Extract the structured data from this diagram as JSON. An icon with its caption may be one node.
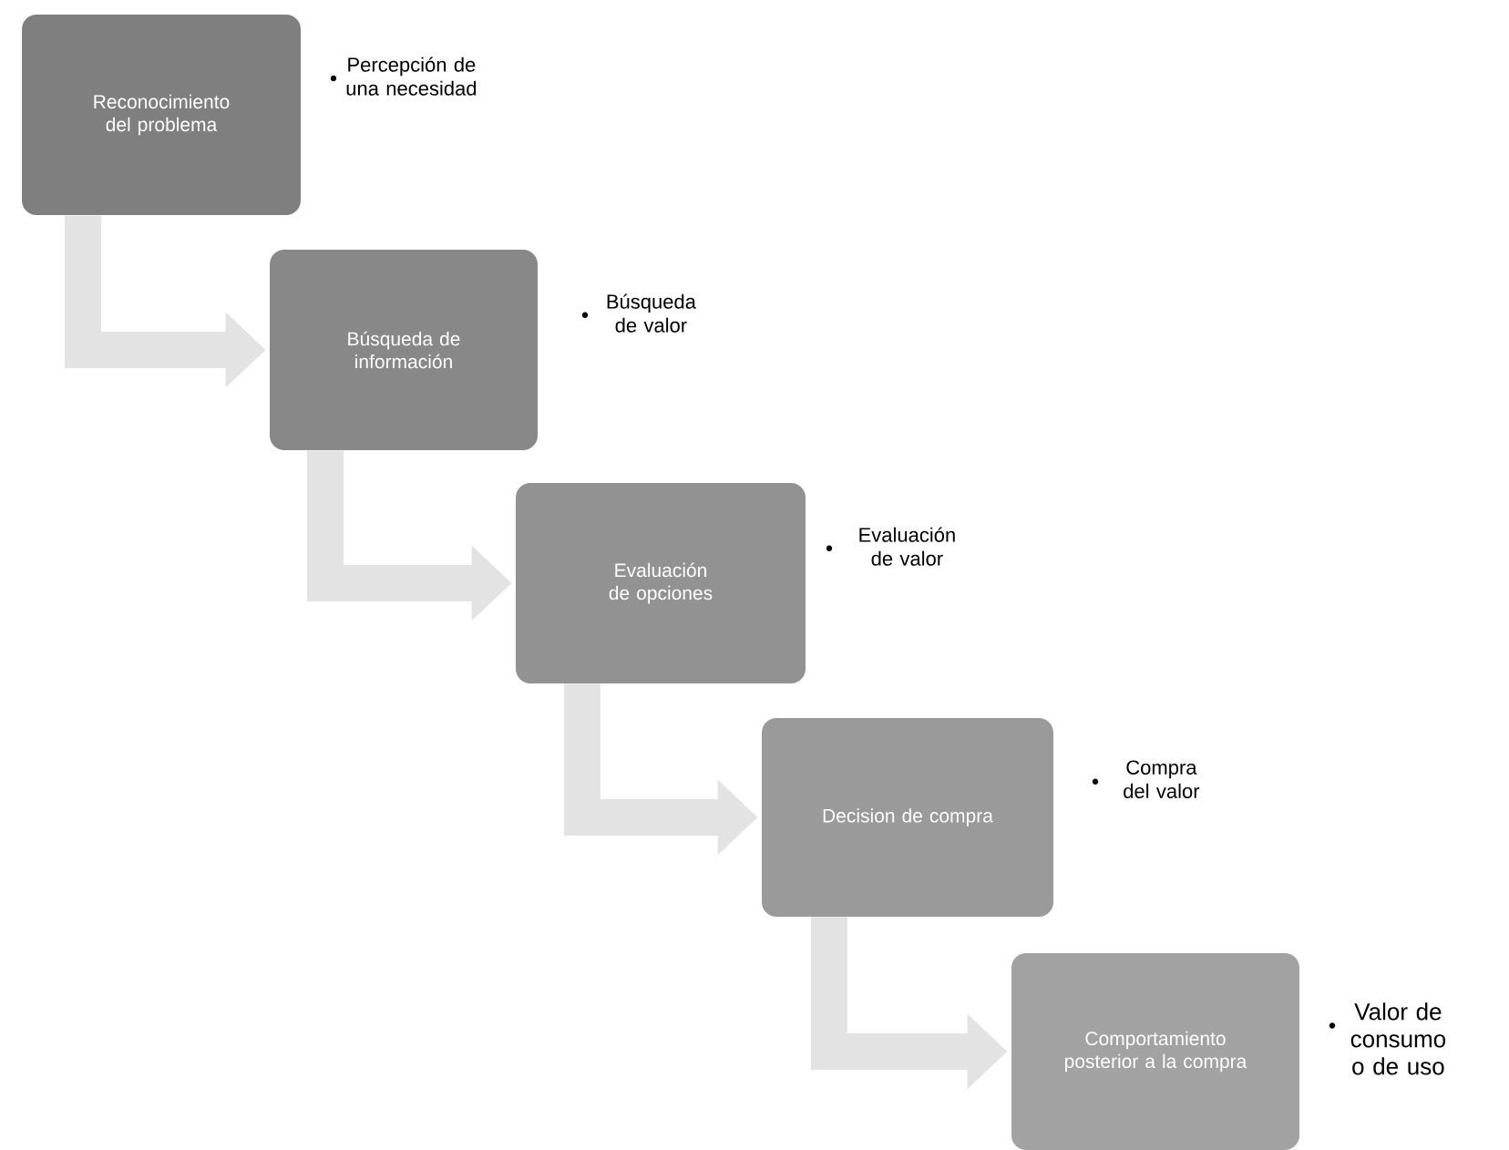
{
  "diagram": {
    "nodes": [
      {
        "text": [
          "Reconocimiento del problema"
        ],
        "beside": [
          "Percepción de una necesidad"
        ]
      },
      {
        "text": [
          "Búsqueda de información"
        ],
        "beside": [
          "Búsqueda de valor"
        ]
      },
      {
        "text": [
          "Evaluación de opciones"
        ],
        "beside": [
          "Evaluación de valor"
        ]
      },
      {
        "text": [
          "Decision de compra"
        ],
        "beside": [
          "Compra del valor"
        ]
      },
      {
        "text": [
          "Comportamiento posterior a la compra"
        ],
        "beside": [
          "Valor de consumo o de uso"
        ]
      }
    ],
    "edges": [
      {
        "from": 0,
        "to": 1,
        "arrow": "to"
      },
      {
        "from": 1,
        "to": 2,
        "arrow": "to"
      },
      {
        "from": 2,
        "to": 3,
        "arrow": "to"
      },
      {
        "from": 3,
        "to": 4,
        "arrow": "to"
      }
    ]
  }
}
